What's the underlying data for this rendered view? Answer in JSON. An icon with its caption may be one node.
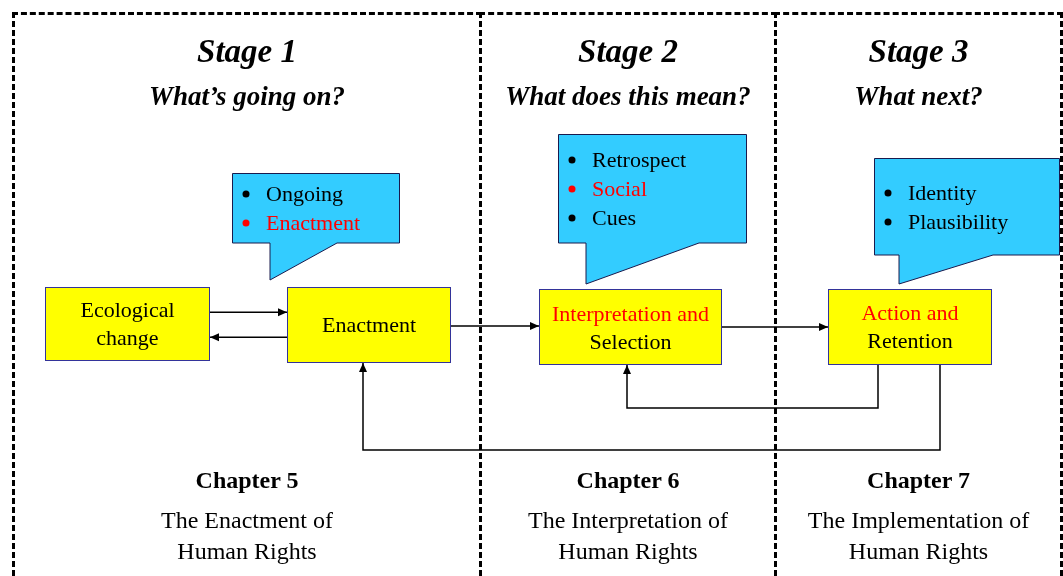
{
  "diagram": {
    "nodes": [
      {
        "text": [
          "Stage 1",
          "What’s going on?",
          "Chapter 5",
          "The Enactment of Human Rights"
        ]
      },
      {
        "text": [
          "Stage 2",
          "What does this mean?",
          "Chapter 6",
          "The Interpretation of Human Rights"
        ]
      },
      {
        "text": [
          "Stage 3",
          "What next?",
          "Chapter 7",
          "The Implementation of Human Rights"
        ]
      },
      {
        "text": [
          "Ongoing",
          "Enactment"
        ],
        "in": 0
      },
      {
        "text": [
          "Ecological change"
        ],
        "in": 0
      },
      {
        "text": [
          "Enactment"
        ],
        "in": 0
      },
      {
        "text": [
          "Retrospect",
          "Social",
          "Cues"
        ],
        "in": 1
      },
      {
        "text": [
          "Interpretation and",
          "Selection"
        ],
        "in": 1
      },
      {
        "text": [
          "Identity",
          "Plausibility"
        ],
        "in": 2
      },
      {
        "text": [
          "Action and",
          "Retention"
        ],
        "in": 2
      }
    ],
    "edges": [
      {
        "from": 4,
        "to": 5,
        "arrow": "to"
      },
      {
        "from": 5,
        "to": 4,
        "arrow": "to"
      },
      {
        "from": 5,
        "to": 7,
        "arrow": "to"
      },
      {
        "from": 7,
        "to": 9,
        "arrow": "to"
      },
      {
        "from": 9,
        "to": 7,
        "arrow": "to"
      },
      {
        "from": 9,
        "to": 5,
        "arrow": "to"
      }
    ]
  }
}
